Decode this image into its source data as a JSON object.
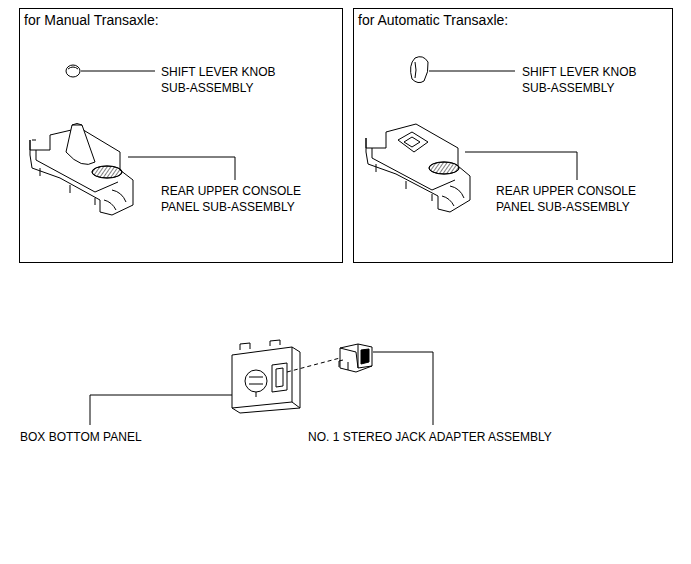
{
  "diagram": {
    "nodes": [
      {
        "text": [
          "for Manual Transaxle:"
        ]
      },
      {
        "text": [
          "for Automatic Transaxle:"
        ]
      }
    ],
    "edges": [],
    "labels": [
      "SHIFT LEVER KNOB SUB-ASSEMBLY",
      "REAR UPPER CONSOLE PANEL SUB-ASSEMBLY",
      "SHIFT LEVER KNOB SUB-ASSEMBLY",
      "REAR UPPER CONSOLE PANEL SUB-ASSEMBLY",
      "BOX BOTTOM PANEL",
      "NO. 1 STEREO JACK ADAPTER ASSEMBLY"
    ]
  }
}
